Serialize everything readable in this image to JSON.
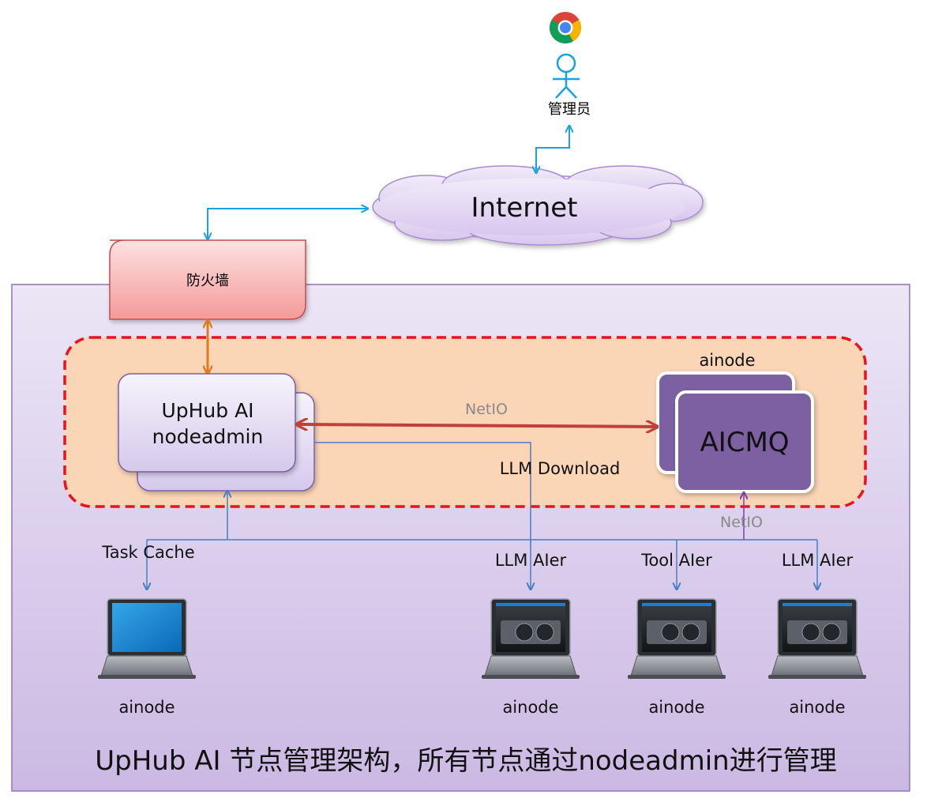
{
  "admin": {
    "label": "管理员"
  },
  "internet": {
    "label": "Internet"
  },
  "firewall": {
    "label": "防火墙"
  },
  "nodeadmin": {
    "line1": "UpHub AI",
    "line2": "nodeadmin"
  },
  "aicmq": {
    "top_label": "ainode",
    "label": "AICMQ"
  },
  "links": {
    "netio_top": "NetIO",
    "llm_download": "LLM Download",
    "netio_bottom": "NetIO",
    "task_cache": "Task Cache"
  },
  "nodes": [
    {
      "role": "Task Cache",
      "label": "ainode",
      "screen": "blue"
    },
    {
      "role": "LLM AIer",
      "label": "ainode",
      "screen": "gpu"
    },
    {
      "role": "Tool AIer",
      "label": "ainode",
      "screen": "gpu"
    },
    {
      "role": "LLM AIer",
      "label": "ainode",
      "screen": "gpu"
    }
  ],
  "caption": "UpHub AI 节点管理架构，所有节点通过nodeadmin进行管理",
  "colors": {
    "panel_fill": "#e4dbf1",
    "panel_border": "#8e77b8",
    "dmz_fill": "#fad5b6",
    "dmz_border": "#e8131c",
    "firewall_fill": "#f7a7a7",
    "aicmq_fill": "#7b60a1",
    "link_blue": "#1ba1e2",
    "link_orange": "#e07a1f",
    "link_red": "#c0403a",
    "link_lan": "#4a7cc3"
  }
}
